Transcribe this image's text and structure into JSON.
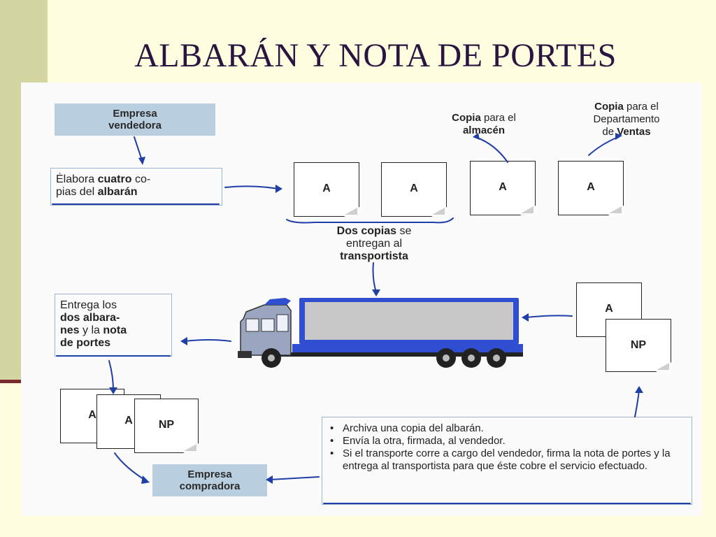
{
  "title": "ALBARÁN Y NOTA DE PORTES",
  "seller": {
    "label_line1": "Empresa",
    "label_line2": "vendedora"
  },
  "step_prepare": {
    "t1": "Ėlabora ",
    "t2": "cuatro",
    "t3": " co-",
    "t4": "pias del ",
    "t5": "albarán"
  },
  "copy_warehouse": {
    "bold1": "Copia",
    "rest1": " para el",
    "bold2": "almacén"
  },
  "copy_sales": {
    "bold1": "Copia",
    "rest1": " para el",
    "line2": "Departamento",
    "pre3": "de ",
    "bold3": "Ventas"
  },
  "docs_top": [
    "A",
    "A",
    "A",
    "A"
  ],
  "carrier_note": {
    "bold1": "Dos copias",
    "rest1": " se",
    "line2": "entregan al",
    "bold3": "transportista"
  },
  "delivery": {
    "line1": "Entrega los",
    "bold2": "dos albara-",
    "bold3a": "nes",
    "rest3": " y la ",
    "bold3b": "nota",
    "bold4": "de portes"
  },
  "docs_right": [
    "A",
    "NP"
  ],
  "docs_left": [
    "A",
    "A",
    "NP"
  ],
  "buyer": {
    "label_line1": "Empresa",
    "label_line2": "compradora"
  },
  "buyer_actions": [
    "Archiva una copia del albarán.",
    "Envía la otra, firmada, al vendedor.",
    "Si el transporte corre a cargo del vendedor, firma la nota de portes y la entrega al transportista para que éste cobre el servicio efectuado."
  ],
  "colors": {
    "title": "#2a1440",
    "label_box": "#b9cfe0",
    "truck_blue": "#2f4fd0",
    "arrow": "#1f3ea6",
    "sidebar": "#d3d6a0"
  }
}
